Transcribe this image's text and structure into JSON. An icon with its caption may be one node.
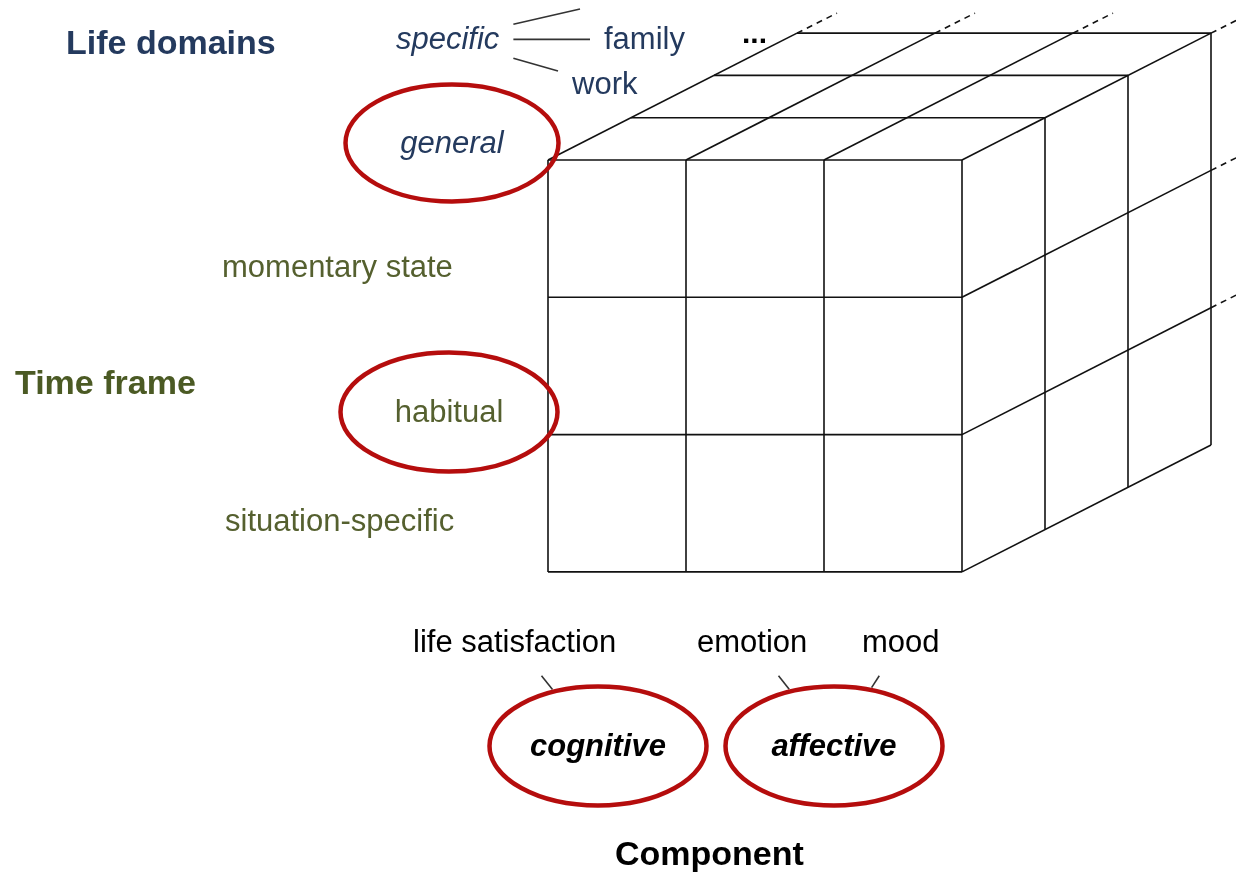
{
  "diagram": {
    "nodes": [
      {
        "text": [
          "specific"
        ]
      },
      {
        "text": [
          "family"
        ]
      },
      {
        "text": [
          "work"
        ]
      },
      {
        "text": [
          "general"
        ]
      },
      {
        "text": [
          "habitual"
        ]
      },
      {
        "text": [
          "life satisfaction"
        ]
      },
      {
        "text": [
          "emotion"
        ]
      },
      {
        "text": [
          "mood"
        ]
      },
      {
        "text": [
          "cognitive"
        ]
      },
      {
        "text": [
          "affective"
        ]
      }
    ],
    "edges": [
      {
        "from": 0,
        "to": null,
        "arrow": "none"
      },
      {
        "from": 0,
        "to": 1,
        "arrow": "none"
      },
      {
        "from": 0,
        "to": 2,
        "arrow": "none"
      },
      {
        "from": 5,
        "to": 8,
        "arrow": "none"
      },
      {
        "from": 6,
        "to": 9,
        "arrow": "none"
      },
      {
        "from": 7,
        "to": 9,
        "arrow": "none"
      }
    ],
    "labels": [
      "Life domains",
      "...",
      "momentary state",
      "Time frame",
      "situation-specific",
      "Component"
    ]
  }
}
